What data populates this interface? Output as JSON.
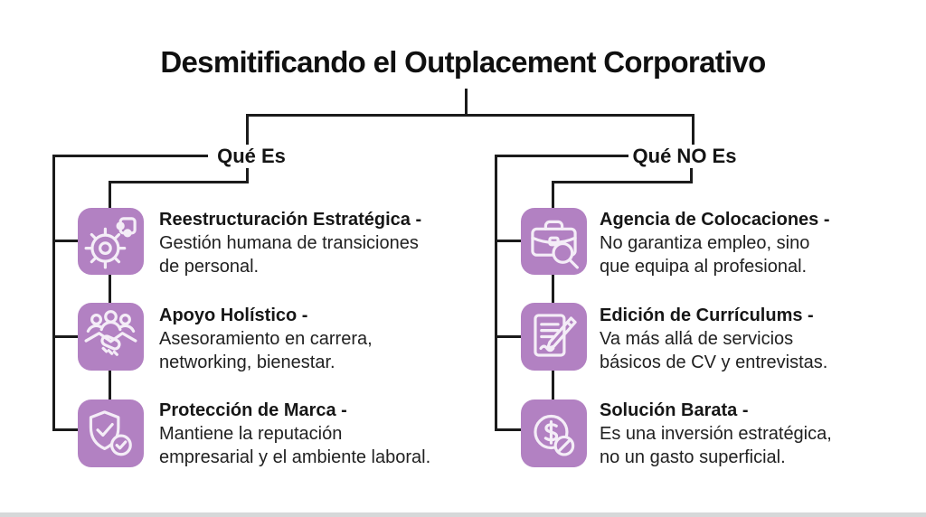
{
  "title": "Desmitificando el Outplacement Corporativo",
  "branches": [
    {
      "label": "Qué Es",
      "items": [
        {
          "icon": "gear-puzzle-icon",
          "heading": "Reestructuración Estratégica -",
          "line1": "Gestión humana de transiciones",
          "line2": "de personal."
        },
        {
          "icon": "team-handshake-icon",
          "heading": "Apoyo Holístico -",
          "line1": "Asesoramiento en carrera,",
          "line2": "networking, bienestar."
        },
        {
          "icon": "shield-check-icon",
          "heading": "Protección de Marca -",
          "line1": "Mantiene la reputación",
          "line2": "empresarial y el ambiente laboral."
        }
      ]
    },
    {
      "label": "Qué NO Es",
      "items": [
        {
          "icon": "briefcase-search-icon",
          "heading": "Agencia de Colocaciones -",
          "line1": "No garantiza empleo, sino",
          "line2": "que equipa al profesional."
        },
        {
          "icon": "resume-edit-icon",
          "heading": "Edición de Currículums -",
          "line1": "Va más allá de servicios",
          "line2": "básicos de CV y entrevistas."
        },
        {
          "icon": "money-crossed-icon",
          "heading": "Solución Barata -",
          "line1": "Es una inversión estratégica,",
          "line2": "no un gasto superficial."
        }
      ]
    }
  ],
  "colors": {
    "accent_purple": "#b281c2",
    "icon_stroke": "#f4edf7",
    "connector_black": "#1b1b1b",
    "text": "#1d1d1d",
    "background": "#ffffff"
  }
}
